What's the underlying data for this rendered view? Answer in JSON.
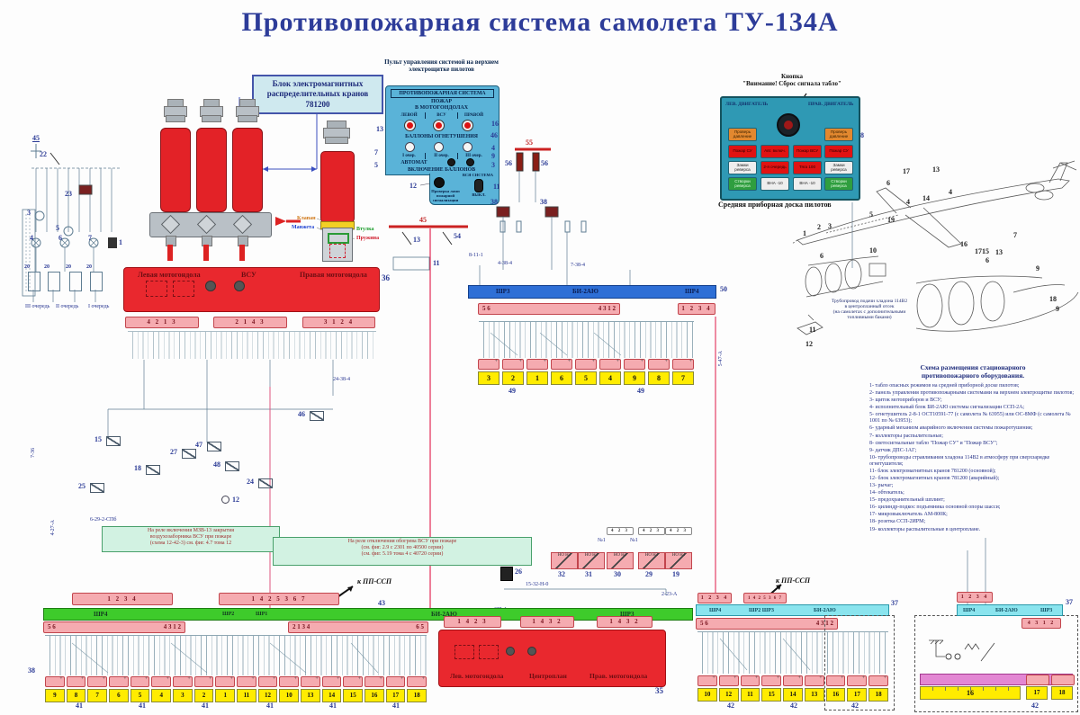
{
  "title": "Противопожарная система самолета ТУ-134А",
  "valve_block": {
    "label": "Блок электромагнитных\nраспределительных кранов\n781200",
    "cutaway": {
      "klapan": "Клапан",
      "manzheta": "Манжета",
      "vtulka": "Втулка",
      "pruzhina": "Пружина"
    }
  },
  "control_panel": {
    "header": "Пульт управления системой на верхнем\nэлектрощитке пилотов",
    "sys_title": "ПРОТИВОПОЖАРНАЯ СИСТЕМА",
    "fire": "ПОЖАР",
    "bays": "В МОТОГОНДОЛАХ",
    "zones": [
      "ЛЕВОЙ",
      "ВСУ",
      "ПРАВОЙ"
    ],
    "bottles_title": "БАЛЛОНЫ ОГНЕТУШЕНИЯ",
    "stages": [
      "I очер.",
      "II очер.",
      "III очер."
    ],
    "auto": "АВТОМАТ",
    "activation": "ВКЛЮЧЕНИЕ БАЛЛОНОВ",
    "all_system": "ВСЯ СИСТЕМА",
    "check_btn": "Проверка ламп\nпожарной\nсигнализации",
    "off": "ВЫКЛ.",
    "callouts_left": [
      "13",
      "7",
      "5",
      "12"
    ],
    "callouts_right": [
      "16",
      "46",
      "4",
      "9",
      "3",
      "11"
    ]
  },
  "dashboard": {
    "caption_top": "Кнопка\n\"Внимание! Сброс сигнала табло\"",
    "caption_bottom": "Средняя приборная доска пилотов",
    "left_engine": "ЛЕВ. ДВИГАТЕЛЬ",
    "right_engine": "ПРАВ. ДВИГАТЕЛЬ",
    "callout": "8",
    "tiles": [
      "Проверь давление",
      "Проверь давление",
      "Пожар СУ",
      "Авт. включ.",
      "Пожар ВСУ",
      "Пожар СУ",
      "Замки реверса",
      "2-я очередь",
      "Тяга 100",
      "Замки реверса",
      "Створки реверса",
      "ВНА -10",
      "ВНА -10",
      "Створки реверса"
    ]
  },
  "aircraft": {
    "caption": "Трубопровод подачи хладона 114В2\nв центропланный отсек\n(на самолетах с дополнительными\nтопливными баками)",
    "callouts": [
      "17",
      "13",
      "6",
      "4",
      "14",
      "4",
      "5",
      "19",
      "1",
      "2",
      "3",
      "6",
      "10",
      "16",
      "17",
      "15",
      "13",
      "6",
      "7",
      "9",
      "18",
      "9",
      "11",
      "12"
    ]
  },
  "legend": {
    "title": "Схема размещения стационарного\nпротивопожарного оборудования.",
    "items": [
      "1- табло опасных режимов на средней приборной доске пилотов;",
      "2- панель управления противопожарными системами на верхнем электрощитке пилотов;",
      "3- щиток мотоприборов и ВСУ;",
      "4- исполнительный блок БИ-2АЮ системы сигнализации ССП-2А;",
      "5- огнетушитель 2-8-1 ОСТ10591-77 (с самолета № 63955) или ОС-8МФ (с самолета № 1001 по № 63953);",
      "6- ударный механизм аварийного включения системы пожаротушения;",
      "7- коллекторы распылительные;",
      "8- светосигнальные табло \"Пожар СУ\" и \"Пожар ВСУ\";",
      "9- датчик ДПС-1АГ;",
      "10- трубопроводы стравливания хладона 114В2 в атмосферу при сверхзарядке огнетушителя;",
      "11- блок электромагнитных кранов 781200 (основной);",
      "12- блок электромагнитных кранов 781200 (аварийный);",
      "13- рычаг;",
      "14- обтекатель;",
      "15- предохранительный шплинт;",
      "16- цилиндр-подкос подъемника основной опоры шасси;",
      "17- микровыключатель АМ-800К;",
      "18- розетка ССП-2ИРМ;",
      "19- коллекторы распылительные в центроплане."
    ]
  },
  "schematic": {
    "nacelles_top": {
      "left": "Левая мотогондола",
      "center": "ВСУ",
      "right": "Правая мотогондола",
      "num": "36",
      "pins": [
        "4  2  1  3",
        "2  1  4  3",
        "3  1  2  4"
      ]
    },
    "bi_top": {
      "shr_left": "ШР3",
      "name": "БИ-2АЮ",
      "shr_right": "ШР4",
      "num": "50",
      "pins_left": "5 6",
      "pins_right": "4 3 1 2",
      "pins_shr4": "1 2 3 4",
      "squibs": [
        "3",
        "2",
        "1",
        "6",
        "5",
        "4",
        "9",
        "8",
        "7"
      ],
      "group": "49"
    },
    "left_circuit": {
      "n45": "45",
      "n22": "22",
      "n23": "23",
      "n3": "3",
      "n5": "5",
      "n4": "4",
      "n6": "6",
      "n7": "7",
      "n1": "1",
      "n20": "20",
      "stages": [
        "III очередь",
        "II очередь",
        "I очередь"
      ]
    },
    "mid": {
      "bus45": "45",
      "sw13": "13",
      "sw54": "54",
      "blk11": "11",
      "bus55": "55",
      "fuse56": "56",
      "rel38": "38",
      "comp26": "26",
      "comp12": "12",
      "r15": "15",
      "r27": "27",
      "r25": "25",
      "r48": "48",
      "r46": "46",
      "r47": "47",
      "r18": "18",
      "r24": "24"
    },
    "wires": {
      "w1": "8-11-1",
      "w2": "4-38-4",
      "w3": "7-38-4",
      "w4": "24-38-4",
      "w5": "6-29-2-СПб",
      "w6": "15-32-Н-0",
      "w7": "2-23-А",
      "w8": "СП-4",
      "w9": "7-36",
      "w10": "4-27-А",
      "w11": "5-47-А"
    },
    "notes": {
      "note1": "На реле включения МЗВ-13 закрытия\nвоздухозаборника ВСУ при пожаре\n(схема 12-42-3) см. фиг. 4.7 тома 12",
      "note2": "На реле отключения обогрева ВСУ при пожаре\n(см. фиг. 2.9 с 2301 по 40500 серии)\n(см. фиг. 5.19 тома 4 с 40720 серии)"
    },
    "microswitches": {
      "nums": [
        "32",
        "31",
        "30",
        "29",
        "19"
      ],
      "pins": "4   2 3",
      "tag": "№1",
      "contacts": "НО НЗ"
    },
    "bottom_left": {
      "num38": "38",
      "strip_a": "1 2 3 4",
      "strip_b": "1 4 2 5 3 6 7",
      "pp": "к ПП-ССП",
      "num43": "43",
      "bus_labels": [
        "ШР4",
        "ШР2",
        "ШР1",
        "БИ-2АЮ",
        "ШР3"
      ],
      "pins_l_left": "5 6",
      "pins_l_right": "4 3 1 2",
      "pins_r_left": "2 1 3 4",
      "pins_r_right": "6 5",
      "squibs": [
        "9",
        "8",
        "7",
        "6",
        "5",
        "4",
        "3",
        "2",
        "1",
        "11",
        "12",
        "10",
        "13",
        "14",
        "15",
        "16",
        "17",
        "18"
      ],
      "group": "41"
    },
    "bottom_center": {
      "pins": [
        "1 4 2 3",
        "1 4 3 2",
        "1 4 3 2"
      ],
      "left": "Лев. мотогондола",
      "center": "Центроплан",
      "right": "Прав. мотогондола",
      "num": "35"
    },
    "bottom_right": {
      "strip_a": "1 2 3 4",
      "strip_b": "1 4 2 5 3 6 7",
      "pp": "к ПП-ССП",
      "num37": "37",
      "bus_labels": [
        "ШР4",
        "ШР2 ШР3",
        "БИ-2АЮ"
      ],
      "pins_left": "5 6",
      "pins_right": "4 3 1 2",
      "squibs": [
        "10",
        "12",
        "11",
        "15",
        "14",
        "13",
        "16",
        "17",
        "18"
      ],
      "group": "42"
    },
    "far_right": {
      "strip": "1 2 3 4",
      "bus_labels": [
        "ШР4",
        "БИ-2АЮ",
        "ШР3"
      ],
      "num37": "37",
      "pins": "4 3 1 2",
      "collector": "16",
      "squibs": [
        "17",
        "18"
      ],
      "group": "42"
    }
  },
  "colors": {
    "title_blue": "#2d3c99",
    "block_red": "#e9282e",
    "strip_pink": "#f5abb0",
    "squib_yellow": "#ffec00",
    "bus_green": "#3ecb2b",
    "bus_blue": "#2e6fd6",
    "bus_cyan": "#8ae4ee",
    "strip_magenta": "#e387d3",
    "panel_blue": "#5ab3d8",
    "dashboard_teal": "#2f99b4"
  }
}
